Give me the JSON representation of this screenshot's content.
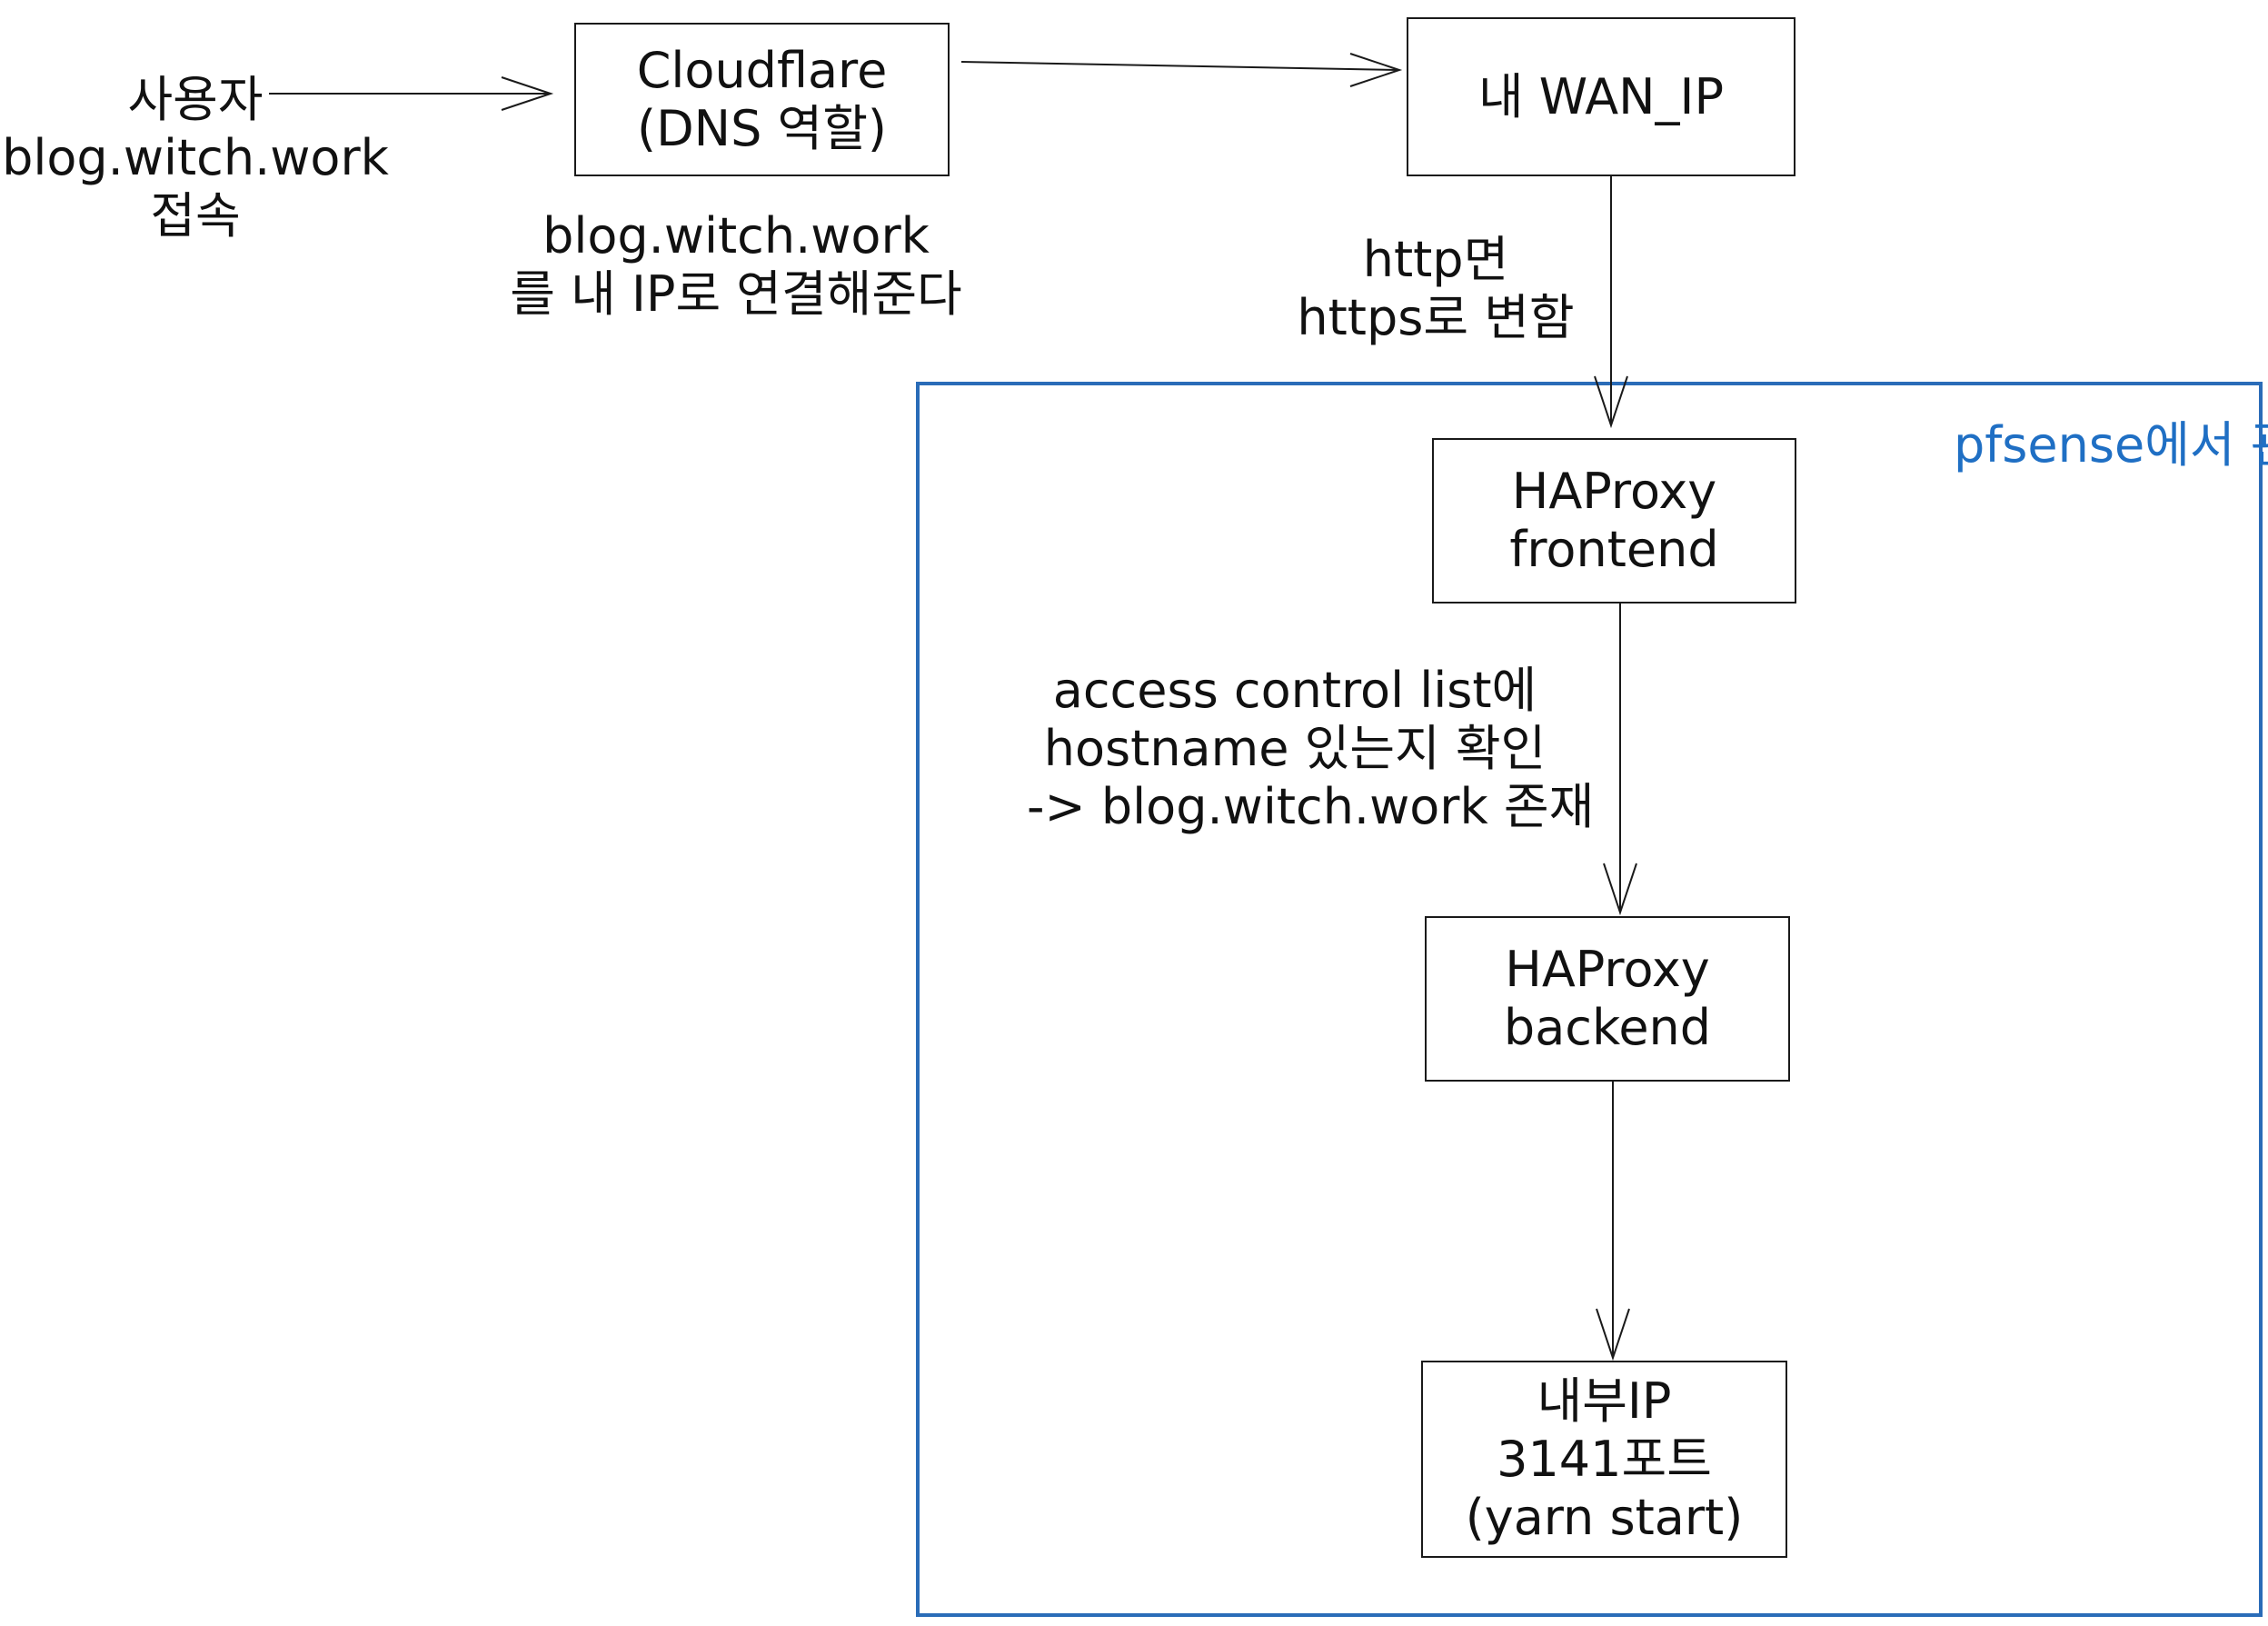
{
  "colors": {
    "region_border": "#2a6cb8",
    "region_text": "#1f6fc4",
    "line": "#1a1a1a"
  },
  "user": {
    "line1": "사용자",
    "line2": "blog.witch.work",
    "line3": "접속"
  },
  "cloudflare": {
    "line1": "Cloudflare",
    "line2": "(DNS 역할)",
    "note_line1": "blog.witch.work",
    "note_line2": "를 내 IP로 연결해준다"
  },
  "wan": {
    "label": "내 WAN_IP",
    "note_line1": "http면",
    "note_line2": "https로 변함"
  },
  "pfsense": {
    "line1": "pfsense에서",
    "line2": "관리"
  },
  "frontend": {
    "line1": "HAProxy",
    "line2": "frontend"
  },
  "acl": {
    "line1": "access control list에",
    "line2": "hostname 있는지 확인",
    "line3": "-> blog.witch.work 존재"
  },
  "backend": {
    "line1": "HAProxy",
    "line2": "backend"
  },
  "internal": {
    "line1": "내부IP",
    "line2": "3141포트",
    "line3": "(yarn start)"
  }
}
